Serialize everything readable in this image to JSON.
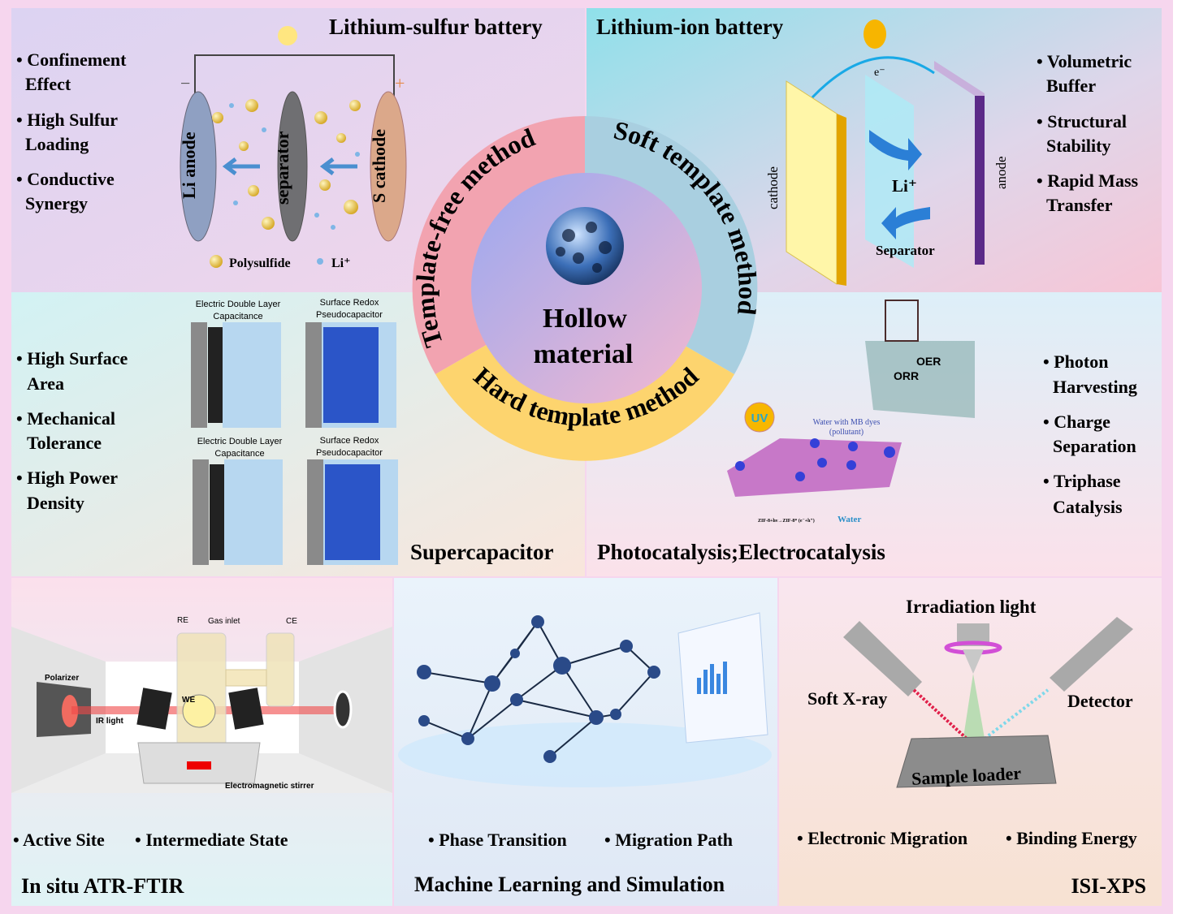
{
  "center": {
    "title_line1": "Hollow",
    "title_line2": "material",
    "ring": {
      "left": "Template-free method",
      "right": "Soft template method",
      "bottom": "Hard template method"
    },
    "colors": {
      "left": "#f2a3b0",
      "right": "#a9cfe0",
      "bottom": "#fdd46e"
    }
  },
  "lis": {
    "title": "Lithium-sulfur battery",
    "bullets": [
      [
        "Confinement",
        "Effect"
      ],
      [
        "High Sulfur",
        "Loading"
      ],
      [
        "Conductive",
        "Synergy"
      ]
    ],
    "anode": "Li anode",
    "separator": "separator",
    "cathode": "S cathode",
    "legend_polysulfide": "Polysulfide",
    "legend_li": "Li⁺",
    "minus": "−",
    "plus": "+"
  },
  "lib": {
    "title": "Lithium-ion battery",
    "bullets": [
      [
        "Volumetric",
        "Buffer"
      ],
      [
        "Structural",
        "Stability"
      ],
      [
        "Rapid Mass",
        "Transfer"
      ]
    ],
    "cathode": "cathode",
    "anode": "anode",
    "li": "Li⁺",
    "separator": "Separator",
    "electron": "e⁻"
  },
  "supercap": {
    "title": "Supercapacitor",
    "bullets": [
      [
        "High Surface",
        "Area"
      ],
      [
        "Mechanical",
        "Tolerance"
      ],
      [
        "High Power",
        "Density"
      ]
    ],
    "edlc_line1": "Electric Double Layer",
    "edlc_line2": "Capacitance",
    "redox_line1": "Surface Redox",
    "redox_line2": "Pseudocapacitor"
  },
  "photo": {
    "title": "Photocatalysis;Electrocatalysis",
    "bullets": [
      [
        "Photon",
        "Harvesting"
      ],
      [
        "Charge",
        "Separation"
      ],
      [
        "Triphase",
        "Catalysis"
      ]
    ],
    "oer": "OER",
    "orr": "ORR",
    "uv": "UV",
    "dye_line1": "Water with MB  dyes",
    "dye_line2": "(pollutant)",
    "water": "Water",
    "equation": "ZIF-8+hν→ZIF-8* (e⁻+h⁺)"
  },
  "atr": {
    "title": "In situ ATR-FTIR",
    "bullets": [
      "Active Site",
      "Intermediate State"
    ],
    "re": "RE",
    "gas_inlet": "Gas inlet",
    "ce": "CE",
    "polarizer": "Polarizer",
    "we": "WE",
    "ir_light": "IR light",
    "stirrer": "Electromagnetic stirrer"
  },
  "ml": {
    "title": "Machine Learning and Simulation",
    "bullets": [
      "Phase Transition",
      "Migration Path"
    ]
  },
  "xps": {
    "title": "ISI-XPS",
    "bullets": [
      "Electronic Migration",
      "Binding Energy"
    ],
    "irradiation": "Irradiation light",
    "soft_xray": "Soft X-ray",
    "detector": "Detector",
    "sample_loader": "Sample loader"
  }
}
